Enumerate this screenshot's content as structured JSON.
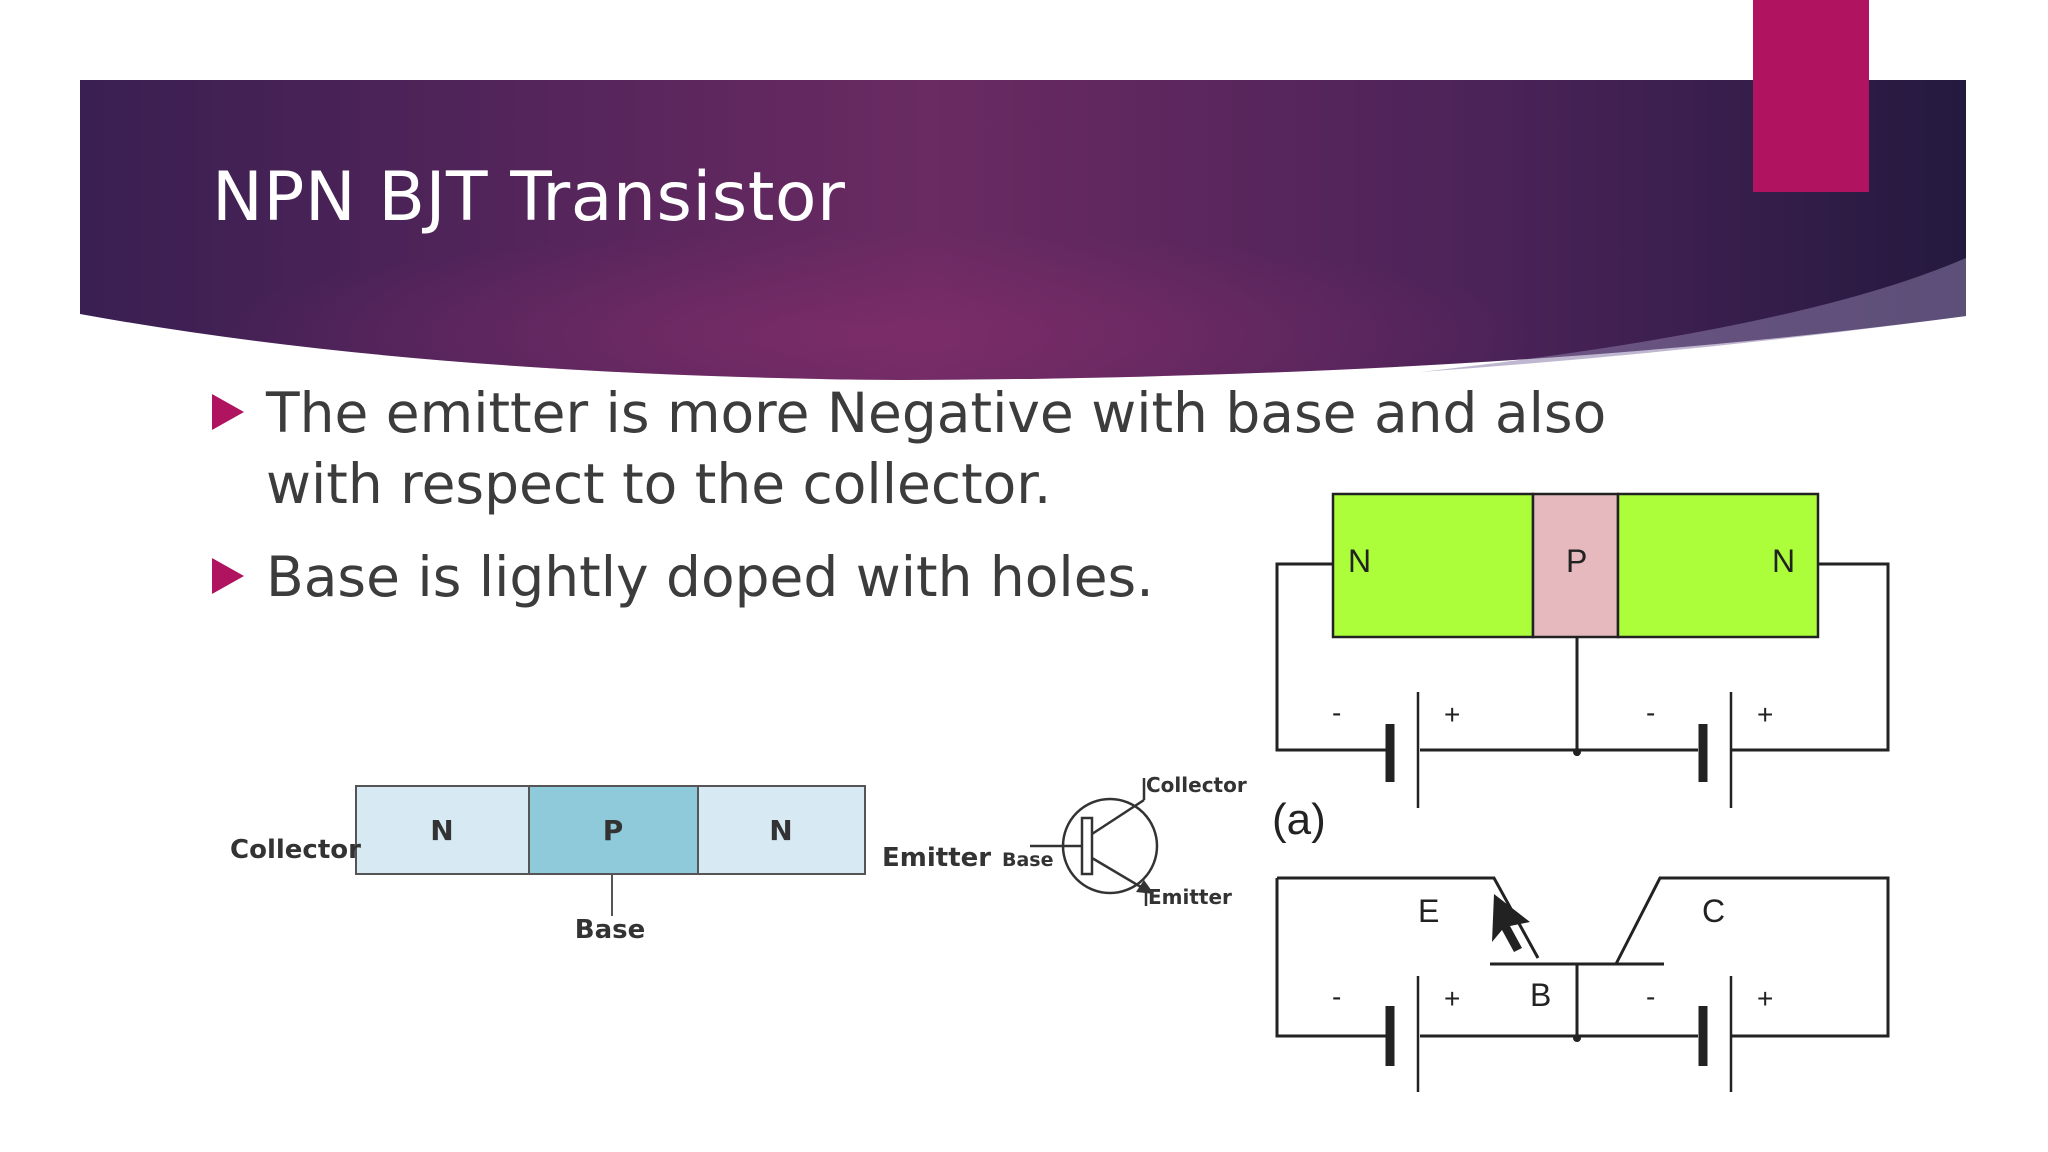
{
  "slide": {
    "title": "NPN BJT Transistor",
    "bullets": [
      {
        "lines": [
          "The emitter is more Negative with base and also",
          "with respect to the collector."
        ]
      },
      {
        "lines": [
          "Base is lightly doped with holes."
        ]
      }
    ]
  },
  "colors": {
    "header_dark": "#2a1b45",
    "header_mid": "#6e2a63",
    "accent": "#b0135f",
    "bullet_text": "#3c3c3c",
    "diagram_n_light": "#d7eaf4",
    "diagram_p_mid": "#8ecad9",
    "diagram2_n": "#acfe3b",
    "diagram2_p": "#e5b9bd"
  },
  "left_diagram": {
    "regions": [
      "N",
      "P",
      "N"
    ],
    "collector_label": "Collector",
    "emitter_label": "Emitter",
    "base_label": "Base",
    "symbol": {
      "base_label": "Base",
      "collector_label": "Collector",
      "emitter_label": "Emitter"
    }
  },
  "right_diagram": {
    "block": {
      "left": "N",
      "middle": "P",
      "right": "N"
    },
    "batteries": [
      {
        "minus": "-",
        "plus": "+"
      },
      {
        "minus": "-",
        "plus": "+"
      }
    ],
    "caption": "(a)",
    "symbol_circuit": {
      "emitter": "E",
      "base": "B",
      "collector": "C",
      "batteries": [
        {
          "minus": "-",
          "plus": "+"
        },
        {
          "minus": "-",
          "plus": "+"
        }
      ]
    }
  }
}
